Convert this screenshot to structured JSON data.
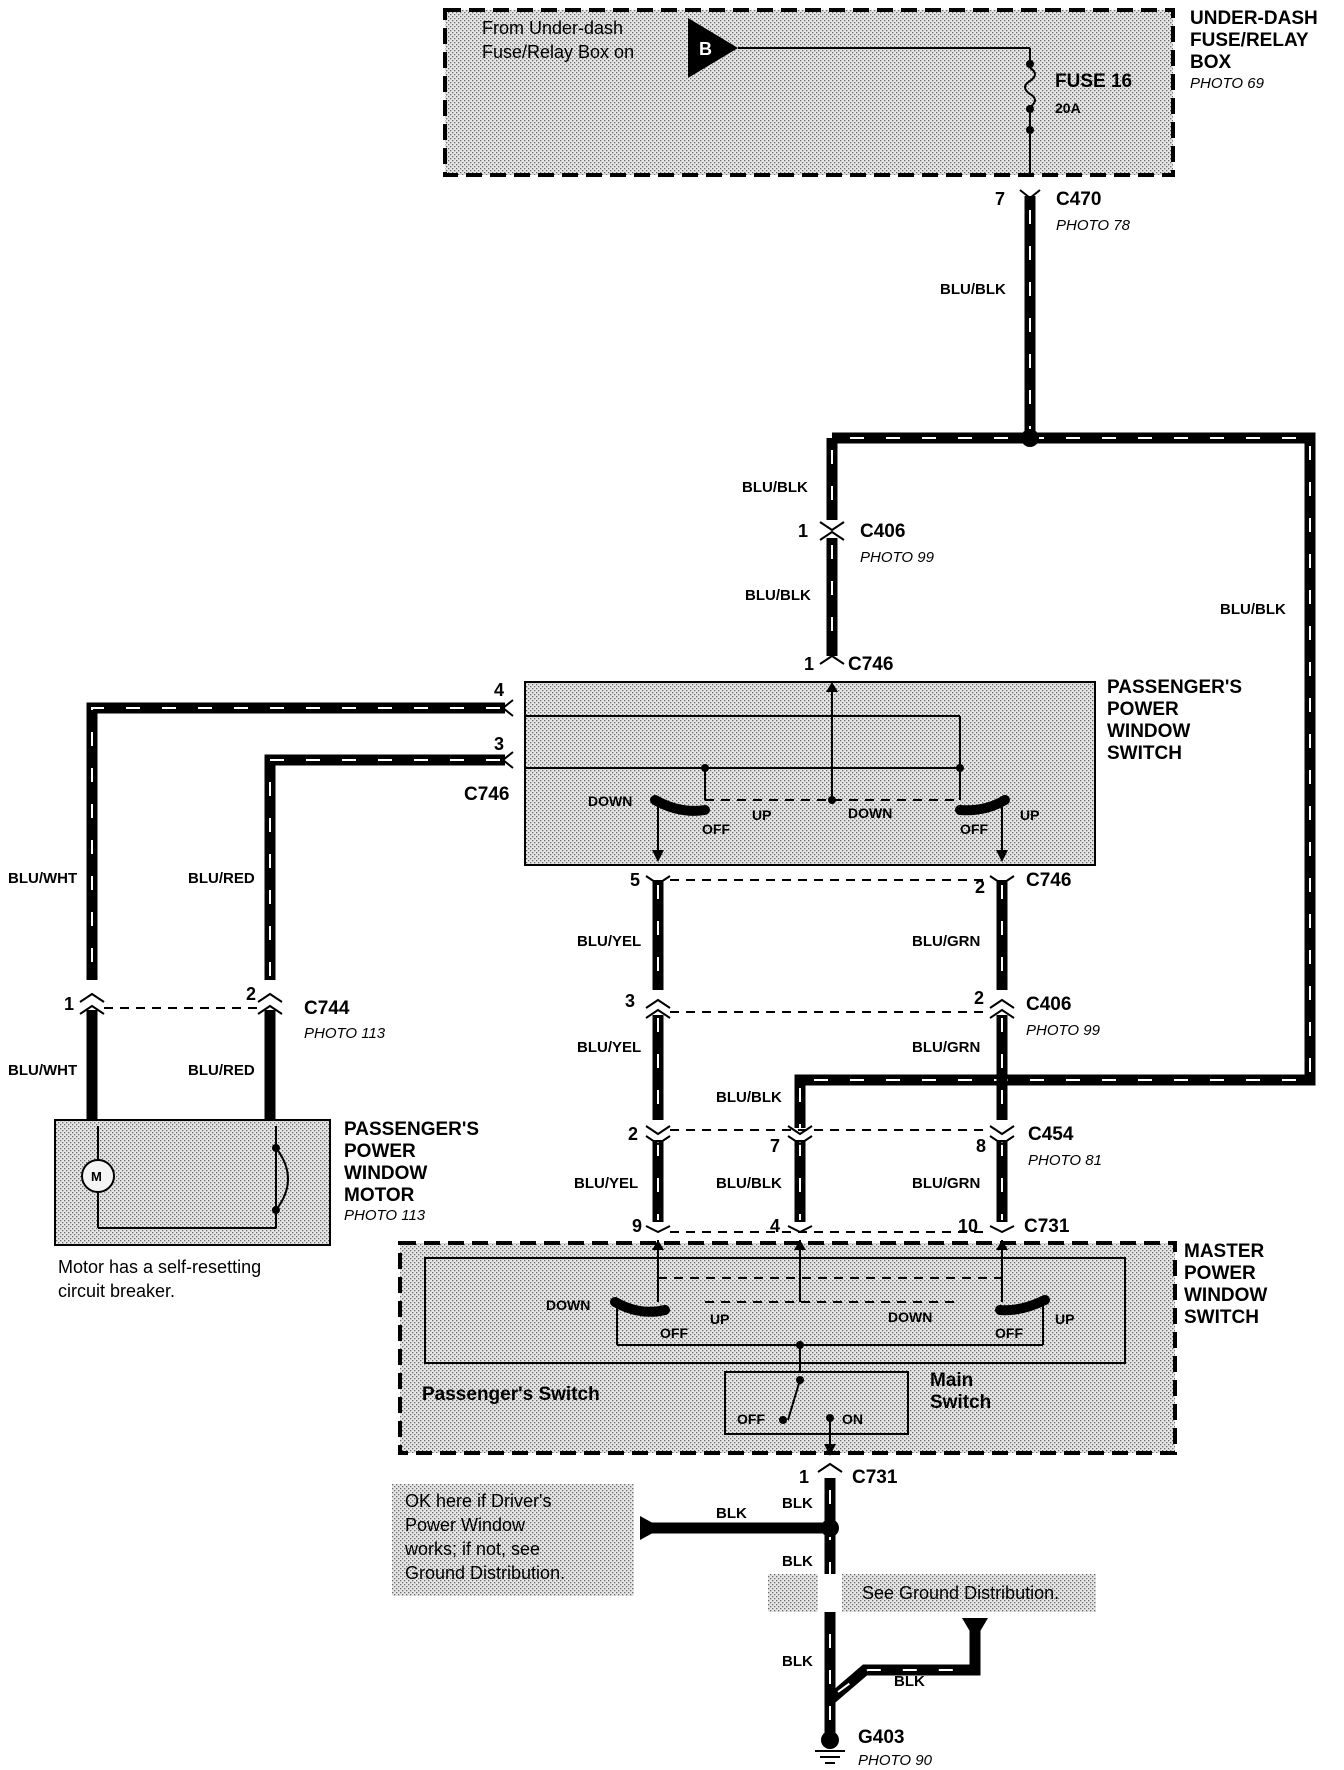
{
  "fuse_box": {
    "title_line1": "UNDER-DASH",
    "title_line2": "FUSE/RELAY",
    "title_line3": "BOX",
    "photo": "PHOTO 69",
    "from_line1": "From Under-dash",
    "from_line2": "Fuse/Relay Box on",
    "terminal": "B",
    "fuse_label": "FUSE  16",
    "fuse_rating": "20A"
  },
  "connectors": {
    "c470": {
      "name": "C470",
      "photo": "PHOTO 78",
      "pin": "7"
    },
    "c406_top": {
      "name": "C406",
      "photo": "PHOTO 99",
      "pin": "1"
    },
    "c746_top": {
      "name": "C746",
      "pin": "1"
    },
    "c746_left": {
      "name": "C746",
      "pin4": "4",
      "pin3": "3"
    },
    "c746_bottom": {
      "name": "C746",
      "pin_left": "5",
      "pin_right": "2"
    },
    "c744": {
      "name": "C744",
      "photo": "PHOTO 113",
      "pin1": "1",
      "pin2": "2"
    },
    "c406_mid": {
      "name": "C406",
      "photo": "PHOTO 99",
      "pin_left": "3",
      "pin_right": "2"
    },
    "c454": {
      "name": "C454",
      "photo": "PHOTO 81",
      "pin_a": "2",
      "pin_b": "7",
      "pin_c": "8"
    },
    "c731_top": {
      "name": "C731",
      "pin_a": "9",
      "pin_b": "4",
      "pin_c": "10"
    },
    "c731_bottom": {
      "name": "C731",
      "pin": "1"
    },
    "g403": {
      "name": "G403",
      "photo": "PHOTO 90"
    }
  },
  "wires": {
    "blu_blk": "BLU/BLK",
    "blu_wht": "BLU/WHT",
    "blu_red": "BLU/RED",
    "blu_yel": "BLU/YEL",
    "blu_grn": "BLU/GRN",
    "blk": "BLK"
  },
  "passenger_switch": {
    "line1": "PASSENGER'S",
    "line2": "POWER",
    "line3": "WINDOW",
    "line4": "SWITCH",
    "down": "DOWN",
    "up": "UP",
    "off": "OFF"
  },
  "motor": {
    "line1": "PASSENGER'S",
    "line2": "POWER",
    "line3": "WINDOW",
    "line4": "MOTOR",
    "photo": "PHOTO 113",
    "symbol": "M",
    "note_line1": "Motor has a self-resetting",
    "note_line2": "circuit breaker."
  },
  "master_switch": {
    "line1": "MASTER",
    "line2": "POWER",
    "line3": "WINDOW",
    "line4": "SWITCH",
    "passenger_switch_label": "Passenger's Switch",
    "main_switch_line1": "Main",
    "main_switch_line2": "Switch",
    "down": "DOWN",
    "up": "UP",
    "off": "OFF",
    "on": "ON"
  },
  "notes": {
    "ok_line1": "OK here if Driver's",
    "ok_line2": "Power Window",
    "ok_line3": "works; if not, see",
    "ok_line4": "Ground Distribution.",
    "see_ground": "See Ground Distribution."
  }
}
